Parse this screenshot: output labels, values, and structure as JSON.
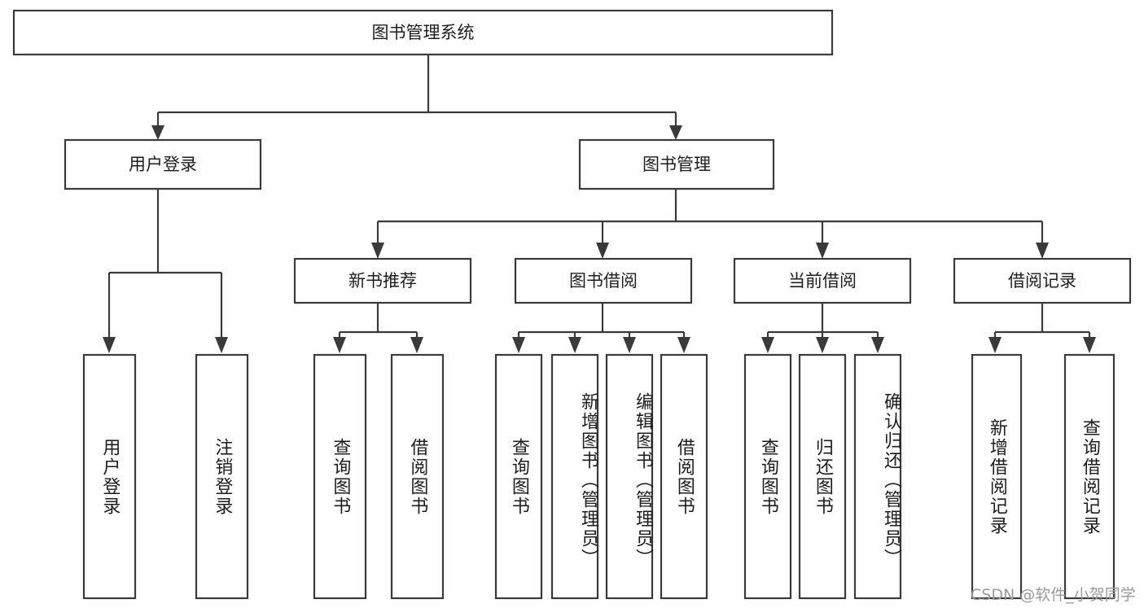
{
  "diagram": {
    "type": "tree",
    "title": "图书管理系统",
    "watermark": "CSDN @软件_小贺同学",
    "colors": {
      "stroke": "#3a3a3a",
      "box_fill": "#ffffff",
      "text": "#1d1d1d",
      "background": "#ffffff",
      "watermark": "#9a9a9a"
    },
    "root": {
      "label": "图书管理系统"
    },
    "level2": [
      {
        "label": "用户登录"
      },
      {
        "label": "图书管理"
      }
    ],
    "level3": [
      {
        "label": "新书推荐"
      },
      {
        "label": "图书借阅"
      },
      {
        "label": "当前借阅"
      },
      {
        "label": "借阅记录"
      }
    ],
    "leaves": {
      "user_login": [
        {
          "label": "用户登录"
        },
        {
          "label": "注销登录"
        }
      ],
      "new_book": [
        {
          "label": "查询图书"
        },
        {
          "label": "借阅图书"
        }
      ],
      "book_borrow": [
        {
          "label": "查询图书"
        },
        {
          "label": "新增图书（管理员）"
        },
        {
          "label": "编辑图书（管理员）"
        },
        {
          "label": "借阅图书"
        }
      ],
      "current_borrow": [
        {
          "label": "查询图书"
        },
        {
          "label": "归还图书"
        },
        {
          "label": "确认归还（管理员）"
        }
      ],
      "borrow_record": [
        {
          "label": "新增借阅记录"
        },
        {
          "label": "查询借阅记录"
        }
      ]
    }
  }
}
